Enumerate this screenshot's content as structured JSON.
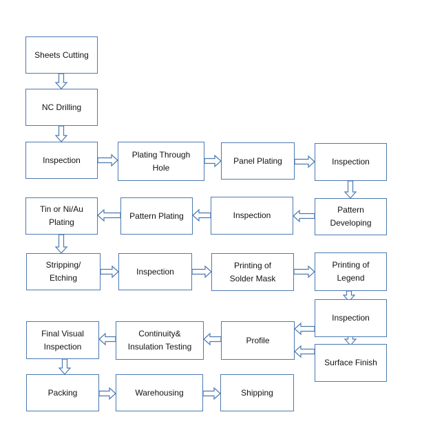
{
  "steps": {
    "sheets_cutting": "Sheets Cutting",
    "nc_drilling": "NC Drilling",
    "inspection_1": "Inspection",
    "plating_through_hole": "Plating Through\nHole",
    "panel_plating": "Panel Plating",
    "inspection_2": "Inspection",
    "pattern_developing": "Pattern\nDeveloping",
    "inspection_3": "Inspection",
    "pattern_plating": "Pattern Plating",
    "tin_niau_plating": "Tin or Ni/Au\nPlating",
    "stripping_etching": "Stripping/\nEtching",
    "inspection_4": "Inspection",
    "printing_solder_mask": "Printing of\nSolder Mask",
    "printing_legend": "Printing of\nLegend",
    "inspection_5": "Inspection",
    "surface_finish": "Surface Finish",
    "profile": "Profile",
    "continuity_insulation_testing": "Continuity&\nInsulation Testing",
    "final_visual_inspection": "Final Visual\nInspection",
    "packing": "Packing",
    "warehousing": "Warehousing",
    "shipping": "Shipping"
  }
}
